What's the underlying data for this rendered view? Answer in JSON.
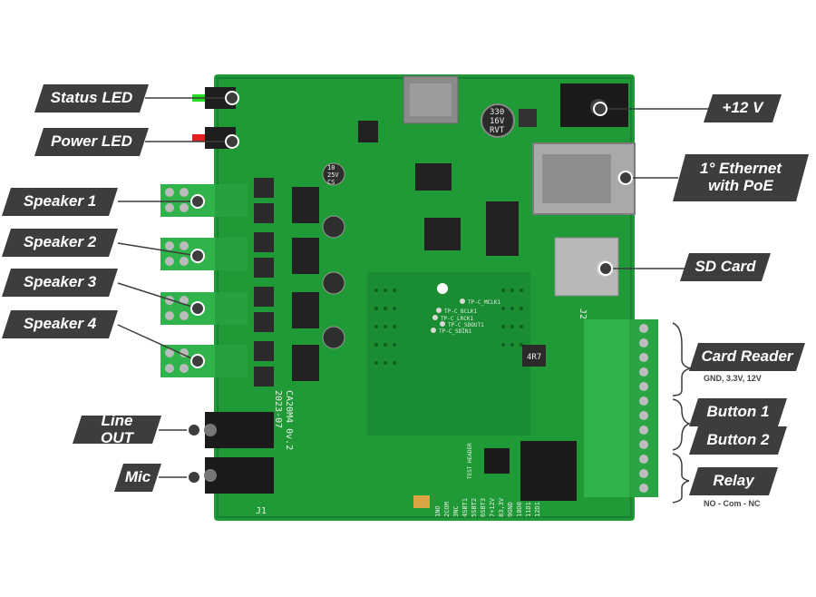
{
  "board": {
    "silkscreen_model": "CA20M4 0v.2",
    "silkscreen_date": "2023-07",
    "silk_connector": "J1",
    "silk_terminal": "J2",
    "test_header": "TEST HEADER",
    "testpoints": [
      "TP-C_MCLK1",
      "TP-C_BCLK1",
      "TP-C_LRCK1",
      "TP-C_SDOUT1",
      "TP-C_SDIN1"
    ],
    "cap_330": [
      "330",
      "16V",
      "RVT"
    ],
    "cap_small": [
      "10",
      "25V",
      "CS"
    ],
    "inductor_mark": "4R7",
    "terminal_labels": [
      "1NO",
      "2COM",
      "3NC",
      "4SBT1",
      "5SBT2",
      "6SBT3",
      "7+12V",
      "83,3V",
      "9GND",
      "10D0",
      "11D1",
      "12D1"
    ]
  },
  "callouts": {
    "status_led": "Status LED",
    "power_led": "Power LED",
    "speaker1": "Speaker 1",
    "speaker2": "Speaker 2",
    "speaker3": "Speaker 3",
    "speaker4": "Speaker 4",
    "line_out": "Line OUT",
    "mic": "Mic",
    "power_12v": "+12 V",
    "ethernet_line1": "1° Ethernet",
    "ethernet_line2": "with PoE",
    "sd_card": "SD Card",
    "card_reader": "Card Reader",
    "card_reader_sub": "GND, 3.3V, 12V",
    "button1": "Button 1",
    "button2": "Button 2",
    "relay": "Relay",
    "relay_sub": "NO - Com - NC"
  },
  "colors": {
    "pcb": "#1f9a36",
    "pcb_dark": "#157a2a",
    "terminal_green": "#2fb34a",
    "callout_bg": "#3d3d3d",
    "connector_black": "#1b1b1b",
    "metal": "#a9a9a9"
  }
}
